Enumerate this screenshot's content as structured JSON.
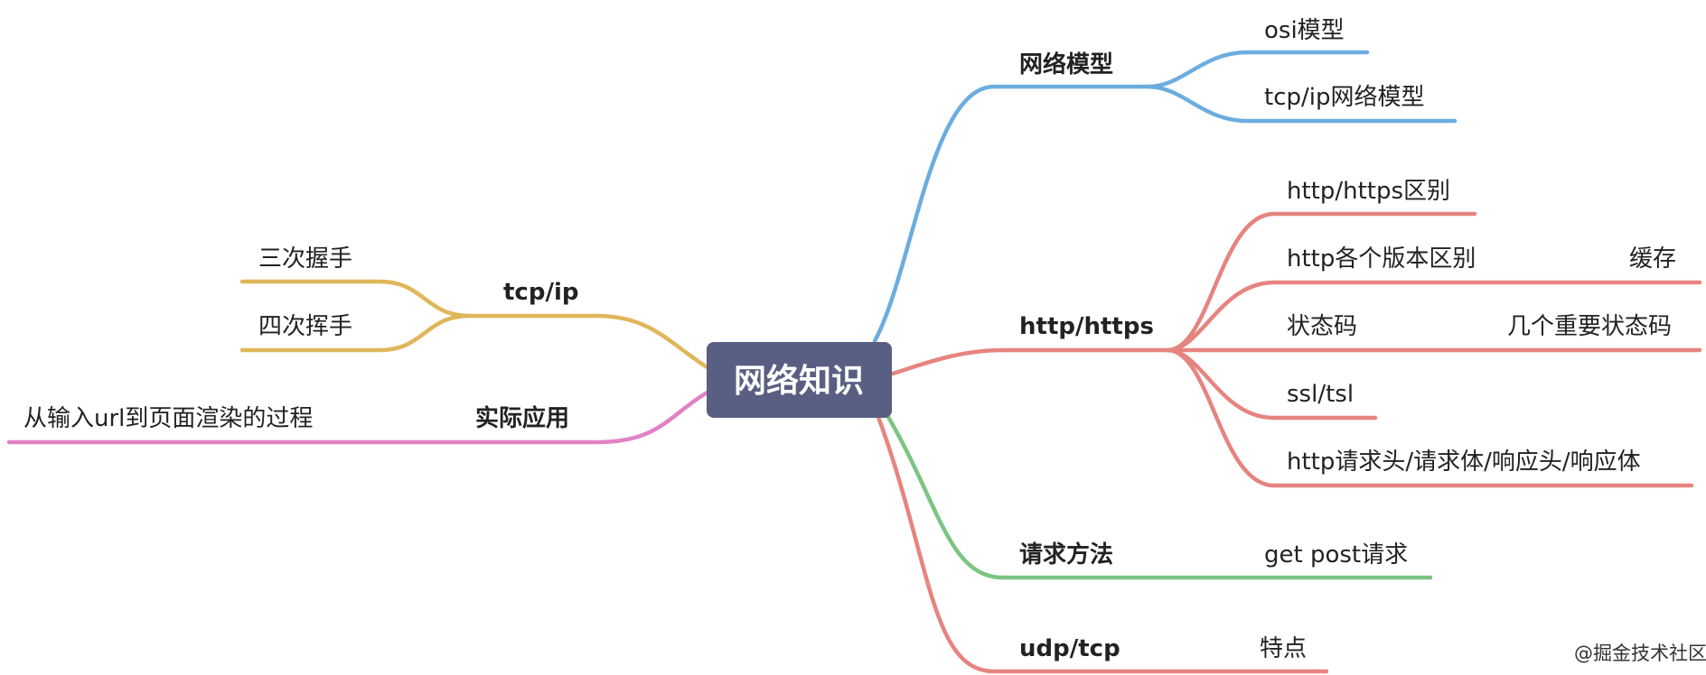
{
  "central_topic": "网络知识",
  "colors": {
    "root": "#585f82",
    "network_model": "#6cade0",
    "http": "#e6847f",
    "request_method": "#7cc483",
    "udp_tcp": "#e6847f",
    "tcp_ip": "#dfb65a",
    "application": "#e082c4"
  },
  "right_topics": {
    "network_model": {
      "label": "网络模型",
      "children": [
        "osi模型",
        "tcp/ip网络模型"
      ]
    },
    "http": {
      "label": "http/https",
      "children": [
        "http/https区别",
        "http各个版本区别",
        "状态码",
        "ssl/tsl",
        "http请求头/请求体/响应头/响应体"
      ],
      "grandchildren": {
        "versions": "缓存",
        "status": "几个重要状态码"
      }
    },
    "request_method": {
      "label": "请求方法",
      "children": [
        "get post请求"
      ]
    },
    "udp_tcp": {
      "label": "udp/tcp",
      "children": [
        "特点"
      ]
    }
  },
  "left_topics": {
    "tcp_ip": {
      "label": "tcp/ip",
      "children": [
        "三次握手",
        "四次挥手"
      ]
    },
    "application": {
      "label": "实际应用",
      "children": [
        "从输入url到页面渲染的过程"
      ]
    }
  },
  "watermark": "@掘金技术社区"
}
